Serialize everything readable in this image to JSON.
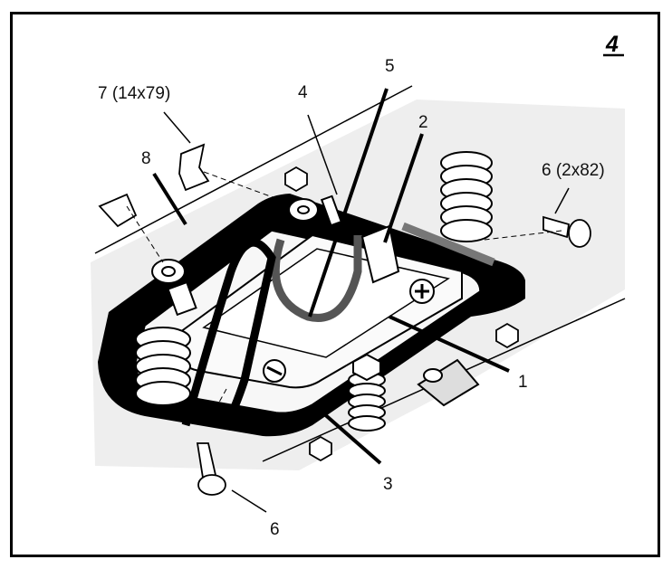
{
  "figure_number": "4",
  "callouts": [
    {
      "id": "c1",
      "text": "1"
    },
    {
      "id": "c2",
      "text": "2"
    },
    {
      "id": "c3",
      "text": "3"
    },
    {
      "id": "c4",
      "text": "4"
    },
    {
      "id": "c5",
      "text": "5"
    },
    {
      "id": "c6a",
      "text": "6 (2x82)"
    },
    {
      "id": "c6b",
      "text": "6"
    },
    {
      "id": "c7",
      "text": "7 (14x79)"
    },
    {
      "id": "c8",
      "text": "8"
    }
  ],
  "colors": {
    "ink": "#000000",
    "wire": "#666666",
    "tint": "#eeeeee"
  }
}
